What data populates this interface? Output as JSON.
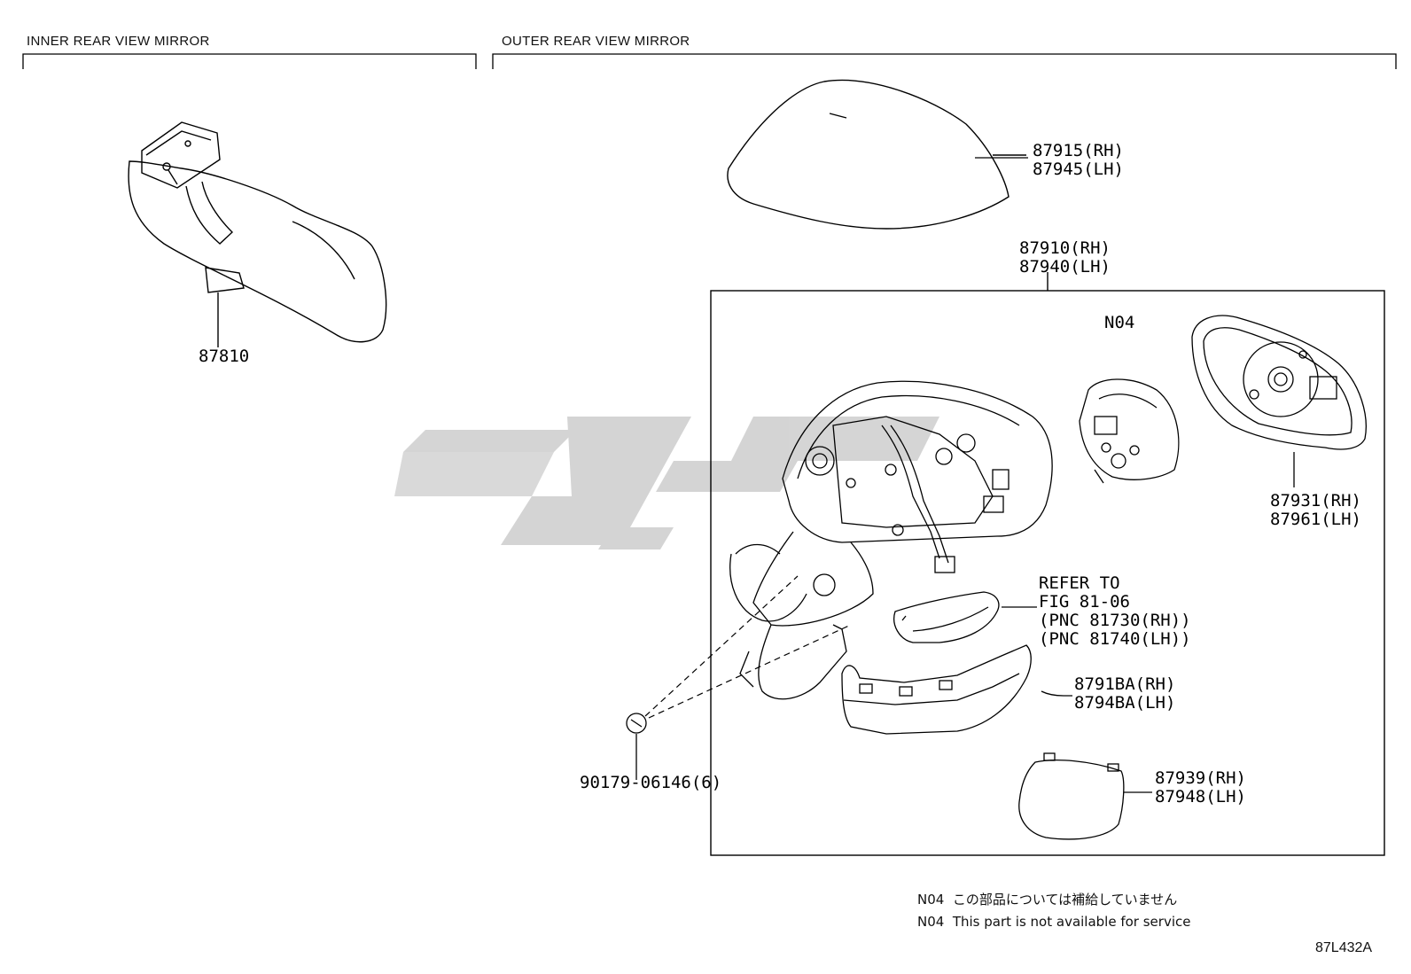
{
  "sections": {
    "inner": "INNER REAR VIEW MIRROR",
    "outer": "OUTER REAR VIEW MIRROR"
  },
  "parts": {
    "inner_mirror": "87810",
    "cover_rh": "87915(RH)",
    "cover_lh": "87945(LH)",
    "assy_rh": "87910(RH)",
    "assy_lh": "87940(LH)",
    "motor": "N04",
    "mirror_rh": "87931(RH)",
    "mirror_lh": "87961(LH)",
    "refer_1": "REFER TO",
    "refer_2": "FIG 81-06",
    "refer_3": "(PNC 81730(RH))",
    "refer_4": "(PNC 81740(LH))",
    "lamp_rh": "8791BA(RH)",
    "lamp_lh": "8794BA(LH)",
    "lower_rh": "87939(RH)",
    "lower_lh": "87948(LH)",
    "screw": "90179-06146(6)"
  },
  "notes": {
    "jp": "N04  この部品については補給していません",
    "en": "N04  This part is not available for service"
  },
  "figure_code": "87L432A",
  "colors": {
    "line": "#000000",
    "watermark": "#cfcfcf"
  }
}
